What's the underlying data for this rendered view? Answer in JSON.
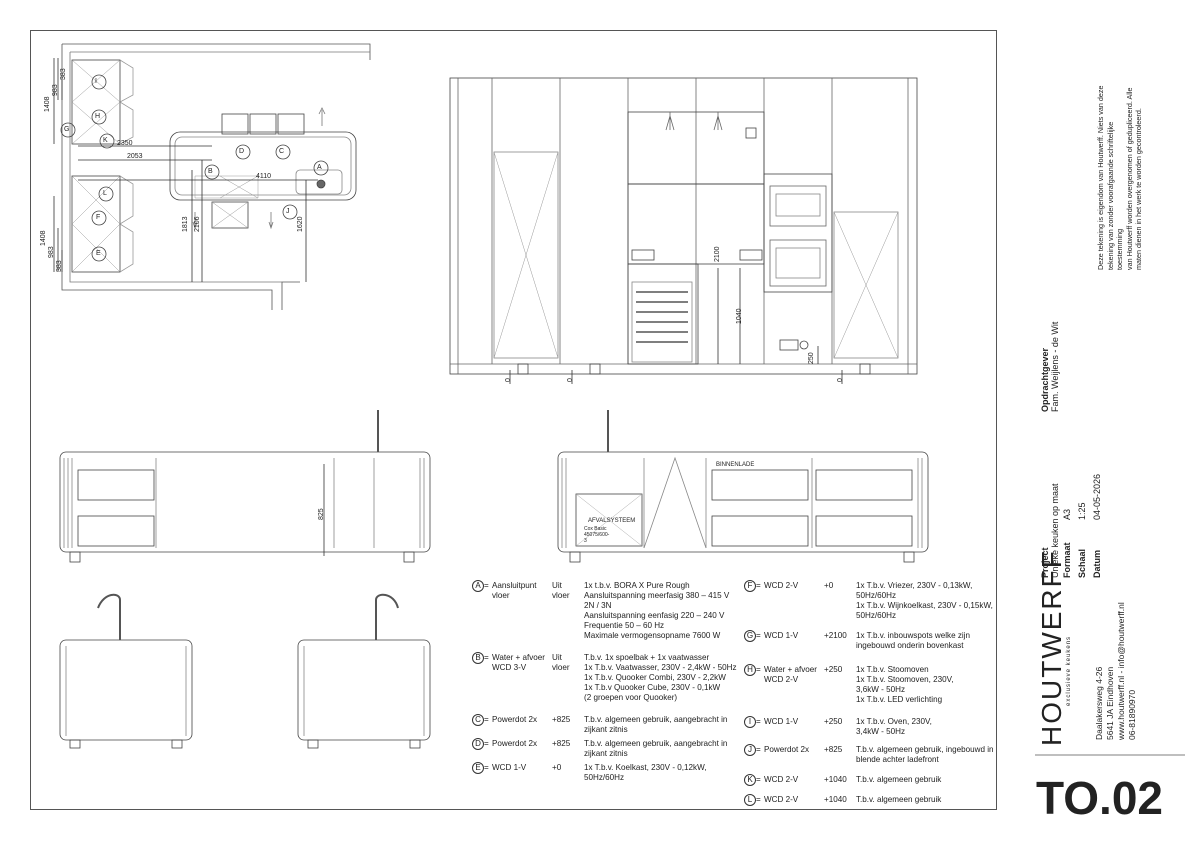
{
  "legend": {
    "dash": "=",
    "items": [
      {
        "id": "A",
        "name": "Aansluitpunt vloer",
        "height": "Uit vloer",
        "desc": [
          "1x t.b.v. BORA X Pure Rough",
          "Aansluitspanning meerfasig 380 – 415 V",
          "2N / 3N",
          "Aansluitspanning eenfasig 220 – 240 V",
          "Frequentie 50 – 60 Hz",
          "Maximale vermogensopname 7600 W"
        ]
      },
      {
        "id": "B",
        "name": "Water + afvoer WCD 3-V",
        "height": "Uit vloer",
        "desc": [
          "T.b.v. 1x spoelbak + 1x vaatwasser",
          "1x T.b.v. Vaatwasser, 230V - 2,4kW - 50Hz",
          "1x T.b.v. Quooker Combi, 230V - 2,2kW",
          "1x T.b.v Quooker Cube, 230V - 0,1kW",
          "(2 groepen voor Quooker)"
        ]
      },
      {
        "id": "C",
        "name": "Powerdot 2x",
        "height": "+825",
        "desc": [
          "T.b.v. algemeen gebruik, aangebracht in",
          "zijkant zitnis"
        ]
      },
      {
        "id": "D",
        "name": "Powerdot 2x",
        "height": "+825",
        "desc": [
          "T.b.v. algemeen gebruik, aangebracht in",
          "zijkant zitnis"
        ]
      },
      {
        "id": "E",
        "name": "WCD 1-V",
        "height": "+0",
        "desc": [
          "1x T.b.v. Koelkast, 230V - 0,12kW,",
          "50Hz/60Hz"
        ]
      },
      {
        "id": "F",
        "name": "WCD 2-V",
        "height": "+0",
        "desc": [
          "1x T.b.v. Vriezer, 230V - 0,13kW,",
          "50Hz/60Hz",
          "1x T.b.v. Wijnkoelkast, 230V - 0,15kW,",
          "50Hz/60Hz"
        ]
      },
      {
        "id": "G",
        "name": "WCD 1-V",
        "height": "+2100",
        "desc": [
          "1x T.b.v. inbouwspots welke zijn",
          "ingebouwd onderin bovenkast"
        ]
      },
      {
        "id": "H",
        "name": "Water + afvoer WCD 2-V",
        "height": "+250",
        "desc": [
          "1x T.b.v. Stoomoven",
          "1x T.b.v. Stoomoven, 230V,",
          "3,6kW - 50Hz",
          "1x T.b.v. LED verlichting"
        ]
      },
      {
        "id": "I",
        "name": "WCD 1-V",
        "height": "+250",
        "desc": [
          "1x T.b.v. Oven, 230V,",
          "3,4kW - 50Hz"
        ]
      },
      {
        "id": "J",
        "name": "Powerdot 2x",
        "height": "+825",
        "desc": [
          "T.b.v. algemeen gebruik, ingebouwd in",
          "blende achter ladefront"
        ]
      },
      {
        "id": "K",
        "name": "WCD 2-V",
        "height": "+1040",
        "desc": [
          "T.b.v. algemeen gebruik"
        ]
      },
      {
        "id": "L",
        "name": "WCD 2-V",
        "height": "+1040",
        "desc": [
          "T.b.v. algemeen gebruik"
        ]
      }
    ]
  },
  "plan": {
    "dims": {
      "d2350": "2350",
      "d2053": "2053",
      "d4110": "4110",
      "d1813": "1813",
      "d2106": "2106",
      "d1620": "1620",
      "d1408a": "1408",
      "d983a": "983",
      "d383a": "383",
      "d1408b": "1408",
      "d983b": "983",
      "d383b": "383"
    },
    "markers": [
      "I",
      "H",
      "K",
      "G",
      "L",
      "F",
      "E",
      "D",
      "C",
      "B",
      "A",
      "J"
    ]
  },
  "elevation": {
    "d2100": "2100",
    "d1040": "1040",
    "d250": "250",
    "zero": "0"
  },
  "island": {
    "d825": "825",
    "drawer_label": "BINNENLADE",
    "waste_label": "AFVALSYSTEEM",
    "waste_sub": "Cox Basic 45075/600-3"
  },
  "titleblock": {
    "client_label": "Opdrachtgever",
    "client": "Fam. Weijlens - de Wit",
    "project_label": "Project",
    "project": "Unieke keuken op maat",
    "format_label": "Formaat",
    "format": "A3",
    "scale_label": "Schaal",
    "scale": "1:25",
    "date_label": "Datum",
    "date": "04-05-2026",
    "brand": "HOUTWERFF",
    "brand_sub": "exclusieve keukens",
    "address": [
      "Daalakersweg 4-26",
      "5641 JA Eindhoven",
      "www.houtwerff.nl - info@houtwerff.nl",
      "06-81890970"
    ],
    "disclaimer": [
      "Deze tekening is eigendom van Houtwerff. Niets van deze",
      "tekening van zonder voorafgaande schriftelijke",
      "toestemming",
      "van Houtwerff worden overgenomen of gedupliceerd. Alle",
      "maten dienen in het werk te worden gecontroleerd."
    ],
    "drawing_no": "TO.02"
  }
}
